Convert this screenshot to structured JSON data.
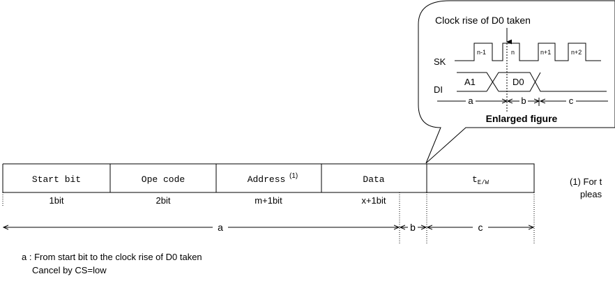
{
  "enlarged": {
    "clock_rise_label": "Clock rise of D0 taken",
    "sk_label": "SK",
    "di_label": "DI",
    "pulses": [
      "n-1",
      "n",
      "n+1",
      "n+2"
    ],
    "di_a1": "A1",
    "di_d0": "D0",
    "span_a": "a",
    "span_b": "b",
    "span_c": "c",
    "caption": "Enlarged figure"
  },
  "frame": {
    "fields": [
      {
        "label": "Start bit",
        "width": "1bit"
      },
      {
        "label": "Ope code",
        "width": "2bit"
      },
      {
        "label": "Address",
        "footnote": "(1)",
        "width": "m+1bit"
      },
      {
        "label": "Data",
        "width": "x+1bit"
      },
      {
        "label": "tE/W",
        "main": "t",
        "sub": "E/W",
        "width": ""
      }
    ],
    "span_a": "a",
    "span_b": "b",
    "span_c": "c"
  },
  "side_note": {
    "line1": "(1) For t",
    "line2": "pleas"
  },
  "notes": {
    "line1": "a : From start bit to the clock rise of D0 taken",
    "line2": "Cancel by CS=low"
  }
}
